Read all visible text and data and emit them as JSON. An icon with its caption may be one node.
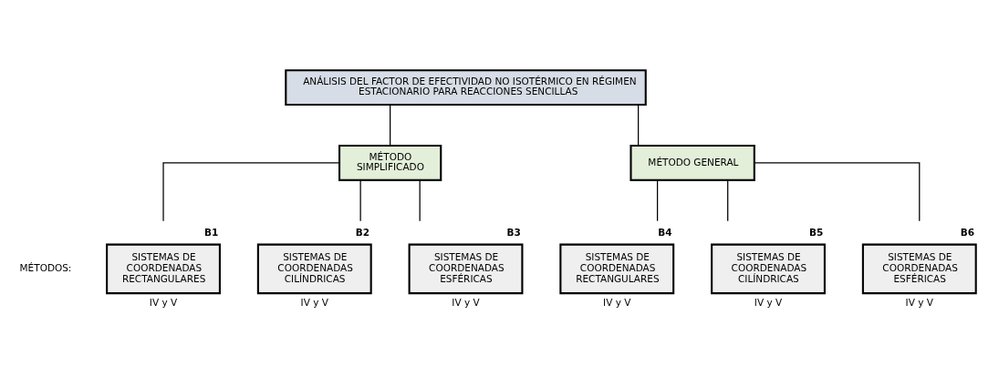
{
  "diagram": {
    "nodes": [
      {
        "text": [
          "ANÁLISIS DEL FACTOR DE EFECTIVIDAD NO ISOTÉRMICO EN RÉGIMEN ESTACIONARIO PARA REACCIONES SENCILLAS"
        ]
      },
      {
        "text": [
          "MÉTODO SIMPLIFICADO"
        ]
      },
      {
        "text": [
          "MÉTODO GENERAL"
        ]
      },
      {
        "text": [
          "SISTEMAS DE COORDENADAS RECTANGULARES"
        ],
        "beside": [
          "B1",
          "IV y V"
        ]
      },
      {
        "text": [
          "SISTEMAS DE COORDENADAS CILÍNDRICAS"
        ],
        "beside": [
          "B2",
          "IV y V"
        ]
      },
      {
        "text": [
          "SISTEMAS DE COORDENADAS ESFÉRICAS"
        ],
        "beside": [
          "B3",
          "IV y V"
        ]
      },
      {
        "text": [
          "SISTEMAS DE COORDENADAS RECTANGULARES"
        ],
        "beside": [
          "B4",
          "IV y V"
        ]
      },
      {
        "text": [
          "SISTEMAS DE COORDENADAS CILÍNDRICAS"
        ],
        "beside": [
          "B5",
          "IV y V"
        ]
      },
      {
        "text": [
          "SISTEMAS DE COORDENADAS ESFÉRICAS"
        ],
        "beside": [
          "B6",
          "IV y V"
        ]
      }
    ],
    "edges": [
      {
        "from": 0,
        "to": 1,
        "arrow": "none"
      },
      {
        "from": 0,
        "to": 2,
        "arrow": "none"
      },
      {
        "from": 1,
        "to": 3,
        "arrow": "none"
      },
      {
        "from": 1,
        "to": 4,
        "arrow": "none"
      },
      {
        "from": 1,
        "to": 5,
        "arrow": "none"
      },
      {
        "from": 2,
        "to": 6,
        "arrow": "none"
      },
      {
        "from": 2,
        "to": 7,
        "arrow": "none"
      },
      {
        "from": 2,
        "to": 8,
        "arrow": "none"
      }
    ],
    "labels": [
      "MÉTODOS:"
    ]
  }
}
